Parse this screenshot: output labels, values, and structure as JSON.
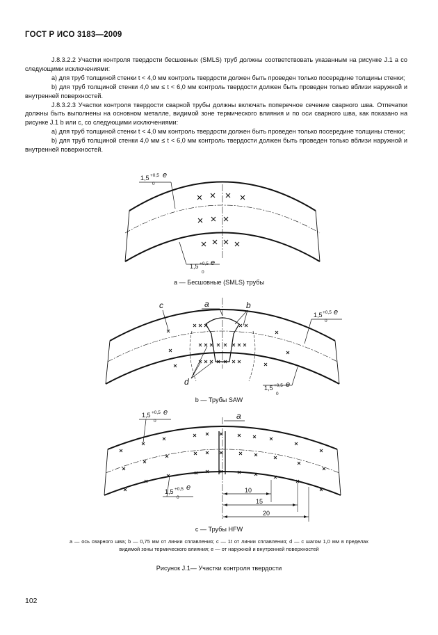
{
  "header": "ГОСТ Р ИСО 3183—2009",
  "paragraphs": [
    "J.8.3.2.2 Участки контроля твердости бесшовных (SMLS) труб должны соответствовать указанным на рисунке J.1 a со следующими исключениями:",
    "а) для труб толщиной стенки t < 4,0 мм контроль твердости должен быть проведен только посередине толщины стенки;",
    "b) для труб толщиной стенки 4,0 мм ≤ t < 6,0 мм контроль твердости должен быть проведен только вблизи наружной и внутренней поверхностей.",
    "J.8.3.2.3 Участки контроля твердости сварной трубы должны включать поперечное сечение сварного шва. Отпечатки должны быть выполнены на основном металле, видимой зоне термического влияния и по оси сварного шва, как показано на рисунке J.1 b или c, со следующими исключениями:",
    "а) для труб толщиной стенки t < 4,0 мм контроль твердости должен быть проведен только посередине толщины стенки;",
    "b) для труб толщиной стенки 4,0 мм ≤ t < 6,0 мм контроль твердости должен быть проведен только вблизи наружной и внутренней поверхностей."
  ],
  "dim_label": {
    "base": "1,5",
    "sup": "+0,5",
    "sub": "0",
    "tag": "e"
  },
  "figures": {
    "a_caption": "a — Бесшовные (SMLS) трубы",
    "b_caption": "b — Трубы SAW",
    "c_caption": "c — Трубы HFW",
    "labels": {
      "a": "a",
      "b": "b",
      "c": "c",
      "d": "d"
    },
    "hfw_dims": [
      "10",
      "15",
      "20"
    ]
  },
  "legend": "a — ось сварного шва; b — 0,75 мм от линии сплавления; c — 1t от линии сплавления; d — с шагом 1,0 мм в пределах видимой зоны термического влияния; e — от наружной и внутренней поверхностей",
  "figure_title": "Рисунок J.1— Участки контроля твердости",
  "page_number": "102"
}
